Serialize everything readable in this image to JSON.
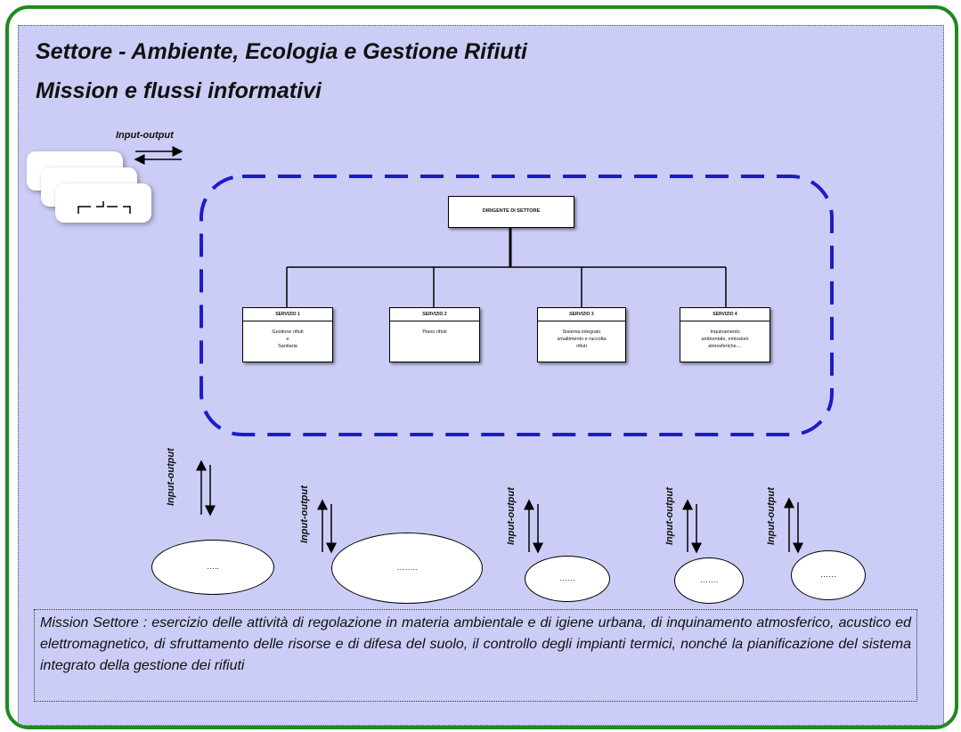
{
  "title": {
    "line1": "Settore - Ambiente, Ecologia e Gestione Rifiuti",
    "line2": "Mission e flussi informativi"
  },
  "io_label": "Input-output",
  "director": {
    "label": "DIRIGENTE DI SETTORE"
  },
  "services": [
    {
      "head": "SERVIZIO 1",
      "body": "Gestione rifiuti\ne\nSanitaria"
    },
    {
      "head": "SERVIZIO 2",
      "body": "Piano rifiuti"
    },
    {
      "head": "SERVIZIO 3",
      "body": "Sistema integrato\nsmaltimento e raccolta\nrifiuti"
    },
    {
      "head": "SERVIZIO 4",
      "body": "Inquinamento\nambientale, emissioni\natmosferiche...."
    }
  ],
  "ellipses": [
    "…..",
    "……..",
    "……",
    "…….",
    "……"
  ],
  "mission": "Mission Settore : esercizio delle attività di regolazione in materia ambientale e di igiene urbana, di inquinamento atmosferico, acustico ed elettromagnetico, di sfruttamento delle risorse e di difesa del suolo, il controllo degli impianti termici, nonché la pianificazione del sistema integrato della gestione dei rifiuti"
}
